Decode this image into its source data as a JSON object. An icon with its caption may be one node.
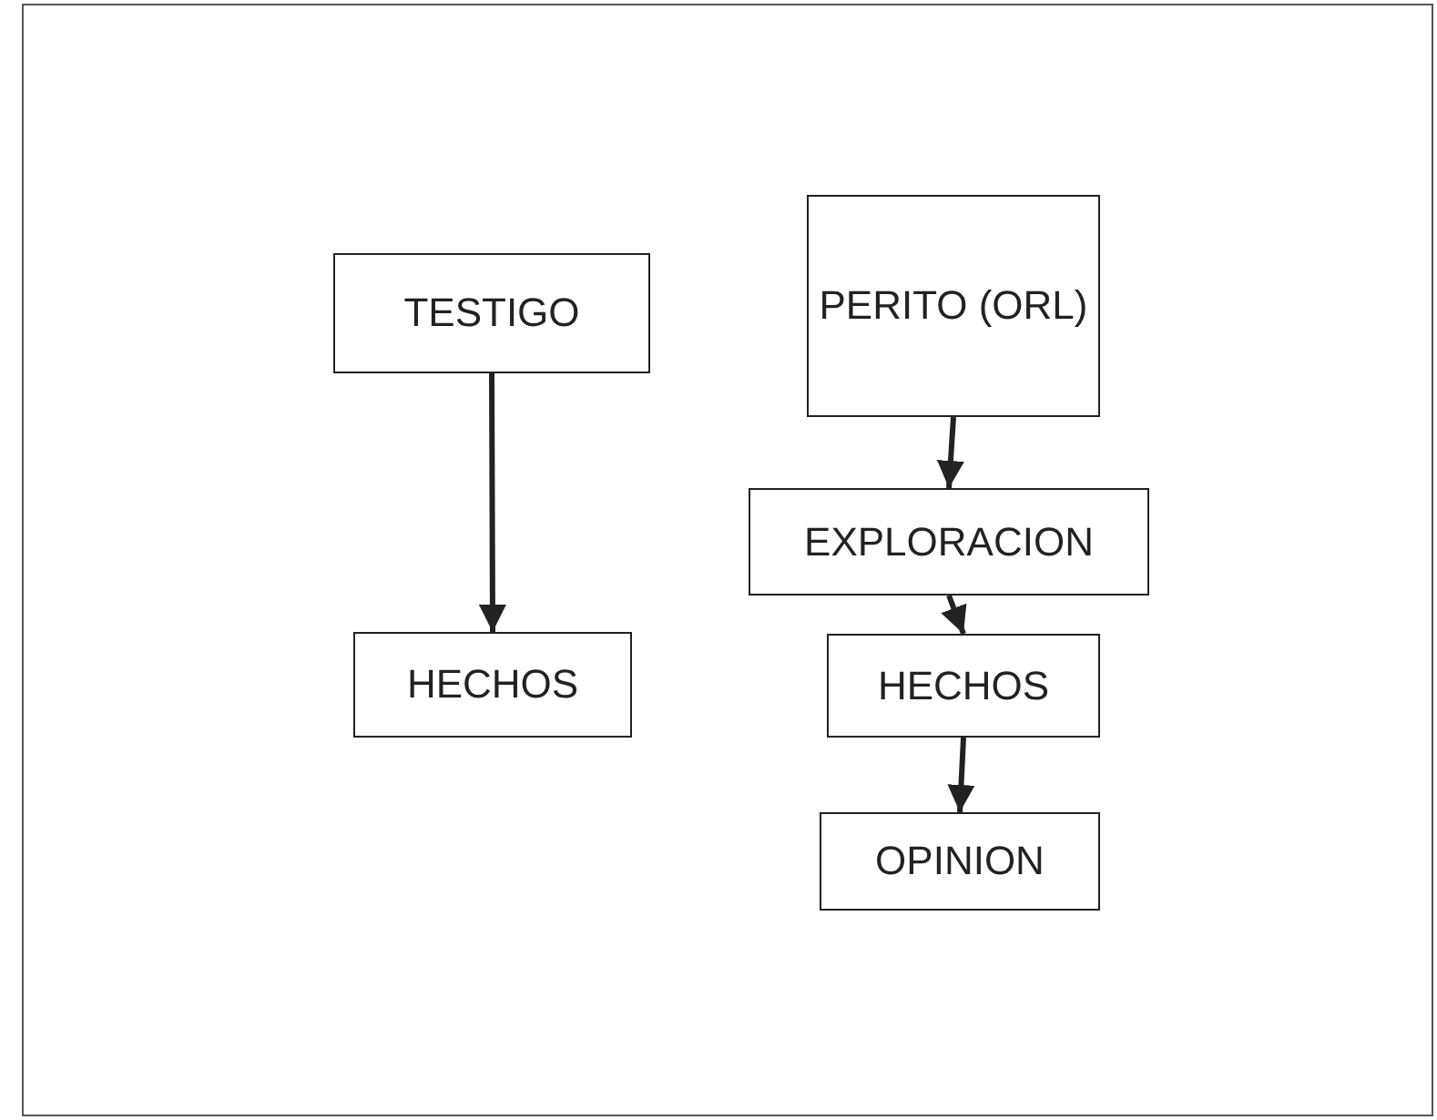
{
  "diagram": {
    "nodes": [
      {
        "text": [
          "TESTIGO"
        ]
      },
      {
        "text": [
          "HECHOS"
        ]
      },
      {
        "text": [
          "PERITO (ORL)"
        ]
      },
      {
        "text": [
          "EXPLORACION"
        ]
      },
      {
        "text": [
          "HECHOS"
        ]
      },
      {
        "text": [
          "OPINION"
        ]
      }
    ],
    "edges": [
      {
        "from": 0,
        "to": 1,
        "arrow": "to"
      },
      {
        "from": 2,
        "to": 3,
        "arrow": "to"
      },
      {
        "from": 3,
        "to": 4,
        "arrow": "to"
      },
      {
        "from": 4,
        "to": 5,
        "arrow": "to"
      }
    ]
  }
}
